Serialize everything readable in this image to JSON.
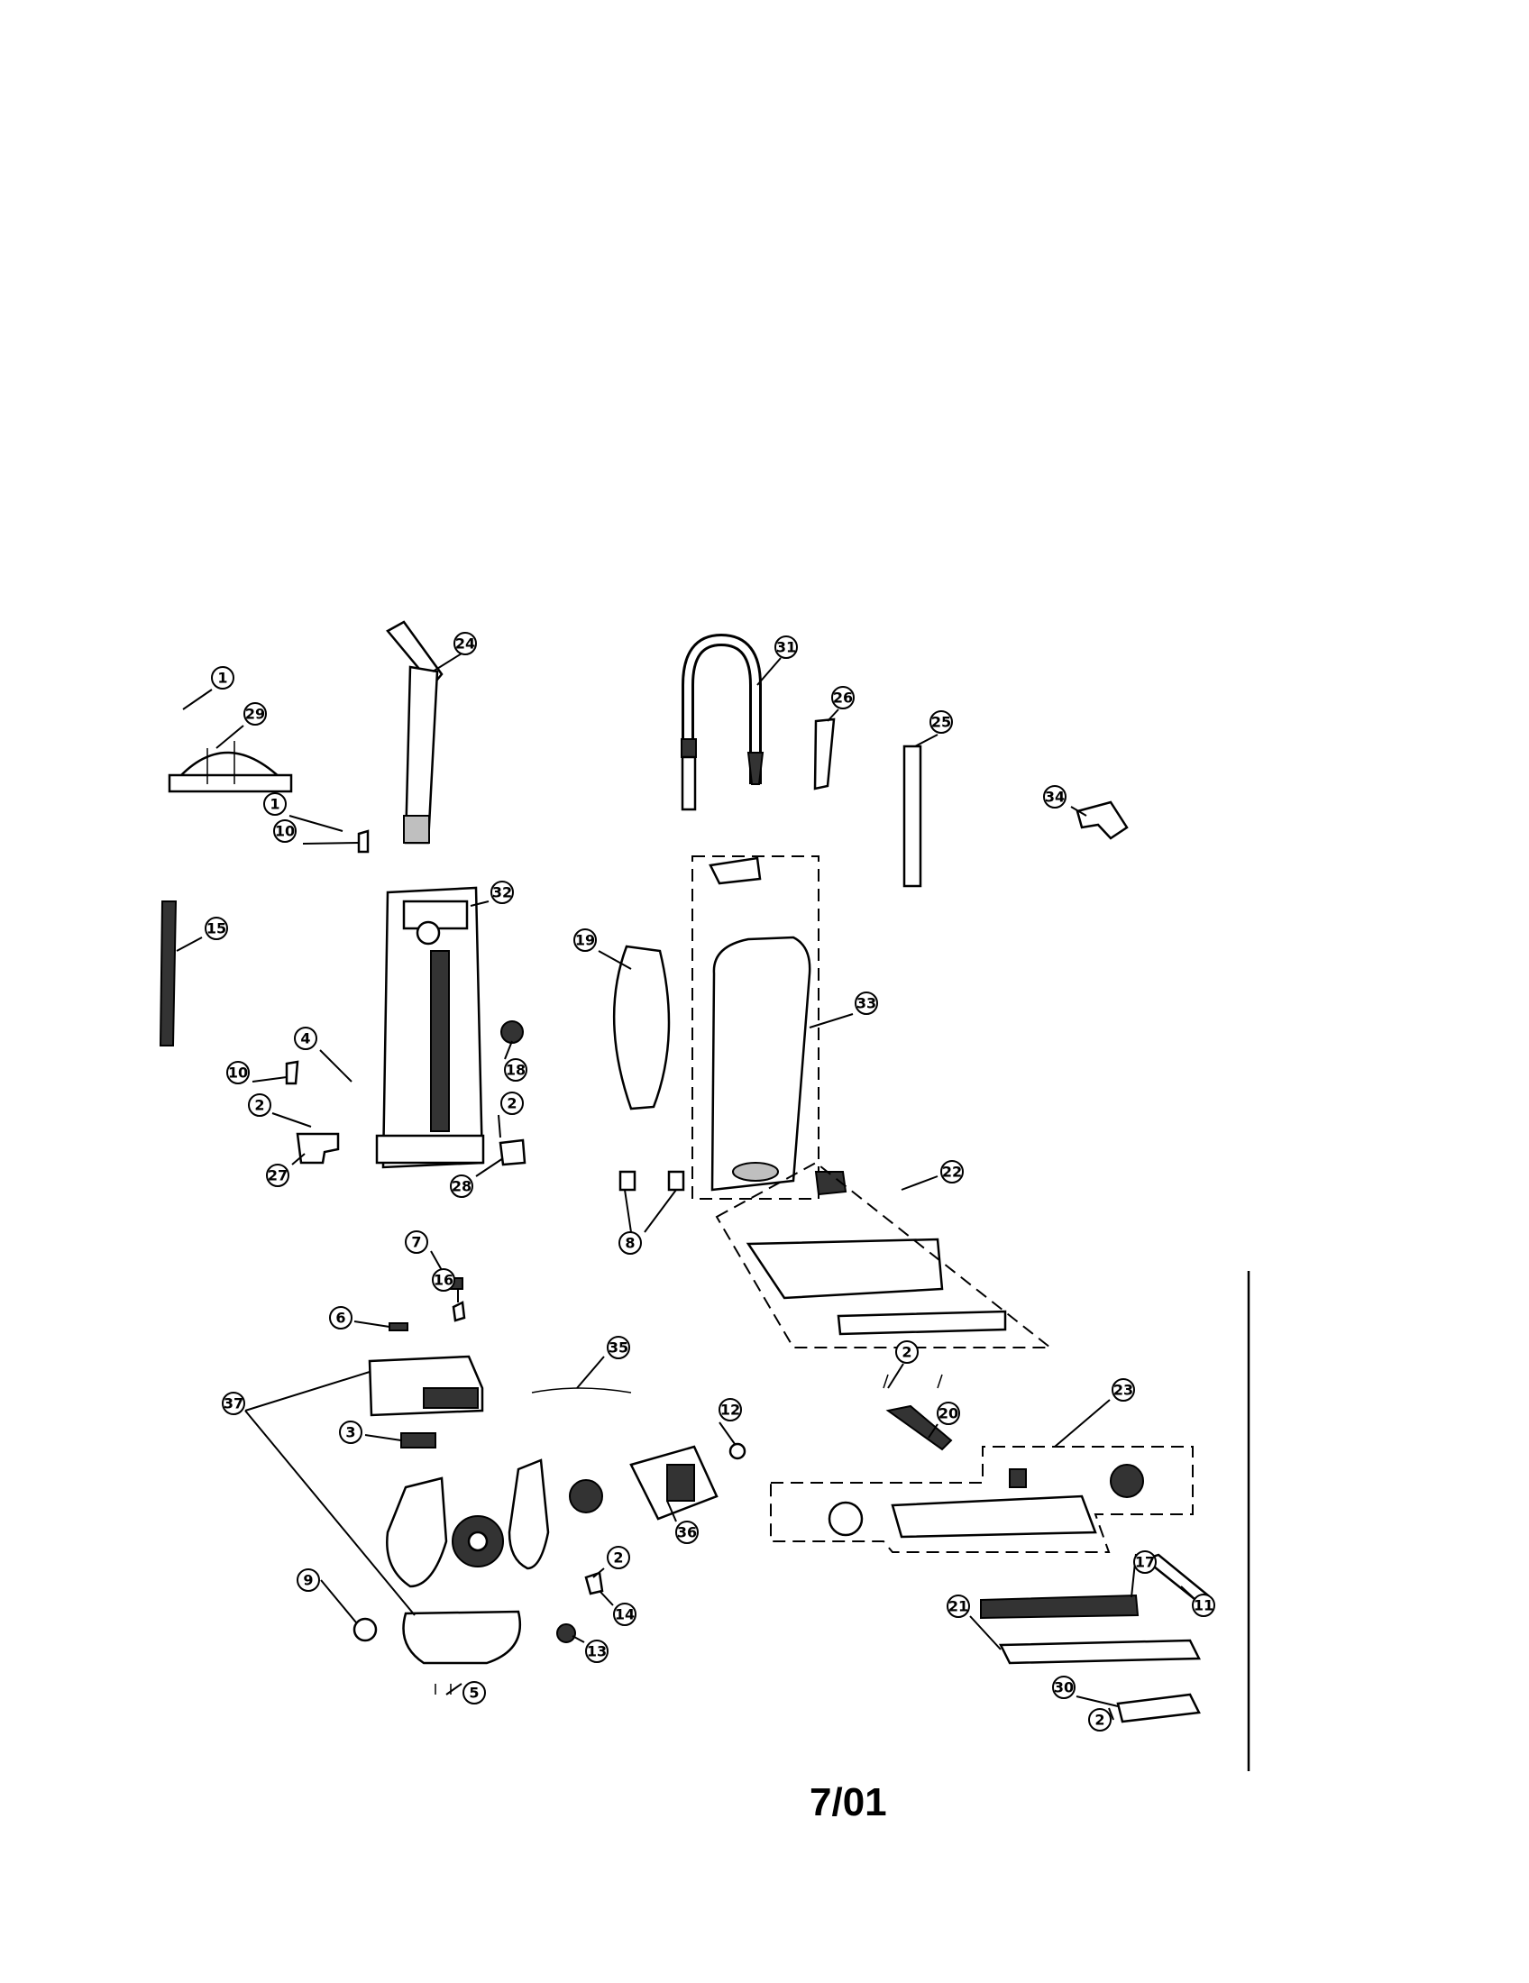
{
  "footer": {
    "date_code": "7/01"
  },
  "diagram": {
    "callouts": [
      "1",
      "29",
      "1",
      "10",
      "24",
      "31",
      "26",
      "25",
      "34",
      "32",
      "15",
      "19",
      "33",
      "18",
      "4",
      "10",
      "2",
      "2",
      "27",
      "28",
      "8",
      "22",
      "7",
      "16",
      "6",
      "35",
      "37",
      "3",
      "12",
      "2",
      "20",
      "23",
      "36",
      "11",
      "17",
      "2",
      "14",
      "9",
      "13",
      "5",
      "21",
      "30",
      "2"
    ]
  }
}
